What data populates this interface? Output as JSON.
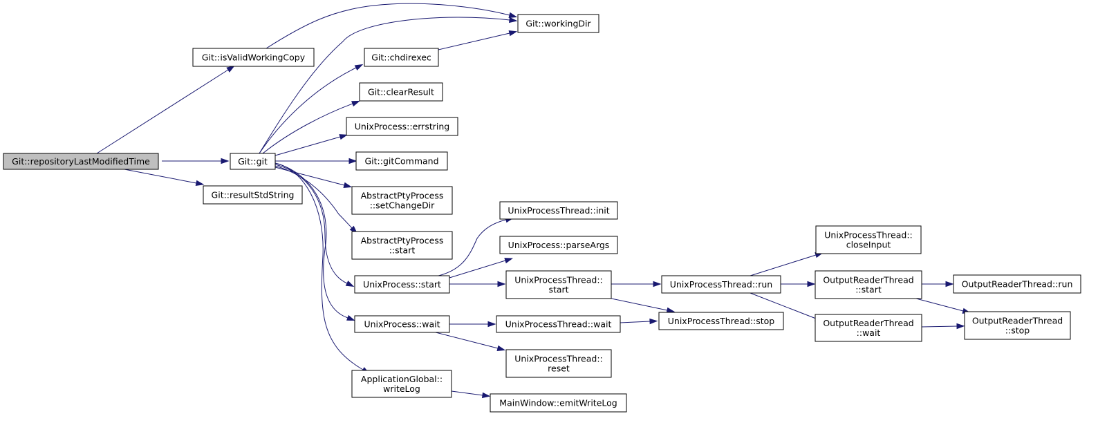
{
  "colors": {
    "edge": "#191970",
    "node_fill": "#ffffff",
    "root_fill": "#bfbfbf",
    "node_stroke": "#000000"
  },
  "nodes": {
    "repoLastModified": {
      "lines": [
        "Git::repositoryLastModifiedTime"
      ],
      "root": true
    },
    "isValidWorkingCopy": {
      "lines": [
        "Git::isValidWorkingCopy"
      ]
    },
    "git": {
      "lines": [
        "Git::git"
      ]
    },
    "resultStdString": {
      "lines": [
        "Git::resultStdString"
      ]
    },
    "workingDir": {
      "lines": [
        "Git::workingDir"
      ]
    },
    "chdirexec": {
      "lines": [
        "Git::chdirexec"
      ]
    },
    "clearResult": {
      "lines": [
        "Git::clearResult"
      ]
    },
    "errstring": {
      "lines": [
        "UnixProcess::errstring"
      ]
    },
    "gitCommand": {
      "lines": [
        "Git::gitCommand"
      ]
    },
    "setChangeDir": {
      "lines": [
        "AbstractPtyProcess",
        "::setChangeDir"
      ]
    },
    "aptyStart": {
      "lines": [
        "AbstractPtyProcess",
        "::start"
      ]
    },
    "upStart": {
      "lines": [
        "UnixProcess::start"
      ]
    },
    "upWait": {
      "lines": [
        "UnixProcess::wait"
      ]
    },
    "writeLog": {
      "lines": [
        "ApplicationGlobal::",
        "writeLog"
      ]
    },
    "uptInit": {
      "lines": [
        "UnixProcessThread::init"
      ]
    },
    "parseArgs": {
      "lines": [
        "UnixProcess::parseArgs"
      ]
    },
    "uptStart": {
      "lines": [
        "UnixProcessThread::",
        "start"
      ]
    },
    "uptWait": {
      "lines": [
        "UnixProcessThread::wait"
      ]
    },
    "uptReset": {
      "lines": [
        "UnixProcessThread::",
        "reset"
      ]
    },
    "emitWriteLog": {
      "lines": [
        "MainWindow::emitWriteLog"
      ]
    },
    "uptRun": {
      "lines": [
        "UnixProcessThread::run"
      ]
    },
    "uptStop": {
      "lines": [
        "UnixProcessThread::stop"
      ]
    },
    "closeInput": {
      "lines": [
        "UnixProcessThread::",
        "closeInput"
      ]
    },
    "ortStart": {
      "lines": [
        "OutputReaderThread",
        "::start"
      ]
    },
    "ortWait": {
      "lines": [
        "OutputReaderThread",
        "::wait"
      ]
    },
    "ortRun": {
      "lines": [
        "OutputReaderThread::run"
      ]
    },
    "ortStop": {
      "lines": [
        "OutputReaderThread",
        "::stop"
      ]
    }
  },
  "edges": [
    [
      "repoLastModified",
      "isValidWorkingCopy"
    ],
    [
      "repoLastModified",
      "git"
    ],
    [
      "repoLastModified",
      "resultStdString"
    ],
    [
      "isValidWorkingCopy",
      "workingDir"
    ],
    [
      "git",
      "workingDir"
    ],
    [
      "git",
      "chdirexec"
    ],
    [
      "git",
      "clearResult"
    ],
    [
      "git",
      "errstring"
    ],
    [
      "git",
      "gitCommand"
    ],
    [
      "git",
      "setChangeDir"
    ],
    [
      "git",
      "aptyStart"
    ],
    [
      "git",
      "upStart"
    ],
    [
      "git",
      "upWait"
    ],
    [
      "git",
      "writeLog"
    ],
    [
      "chdirexec",
      "workingDir"
    ],
    [
      "upStart",
      "uptInit"
    ],
    [
      "upStart",
      "parseArgs"
    ],
    [
      "upStart",
      "uptStart"
    ],
    [
      "upWait",
      "uptWait"
    ],
    [
      "upWait",
      "uptReset"
    ],
    [
      "writeLog",
      "emitWriteLog"
    ],
    [
      "uptStart",
      "uptRun"
    ],
    [
      "uptStart",
      "uptStop"
    ],
    [
      "uptWait",
      "uptStop"
    ],
    [
      "uptRun",
      "closeInput"
    ],
    [
      "uptRun",
      "ortStart"
    ],
    [
      "uptRun",
      "ortWait"
    ],
    [
      "ortStart",
      "ortRun"
    ],
    [
      "ortStart",
      "ortStop"
    ],
    [
      "ortWait",
      "ortStop"
    ]
  ]
}
